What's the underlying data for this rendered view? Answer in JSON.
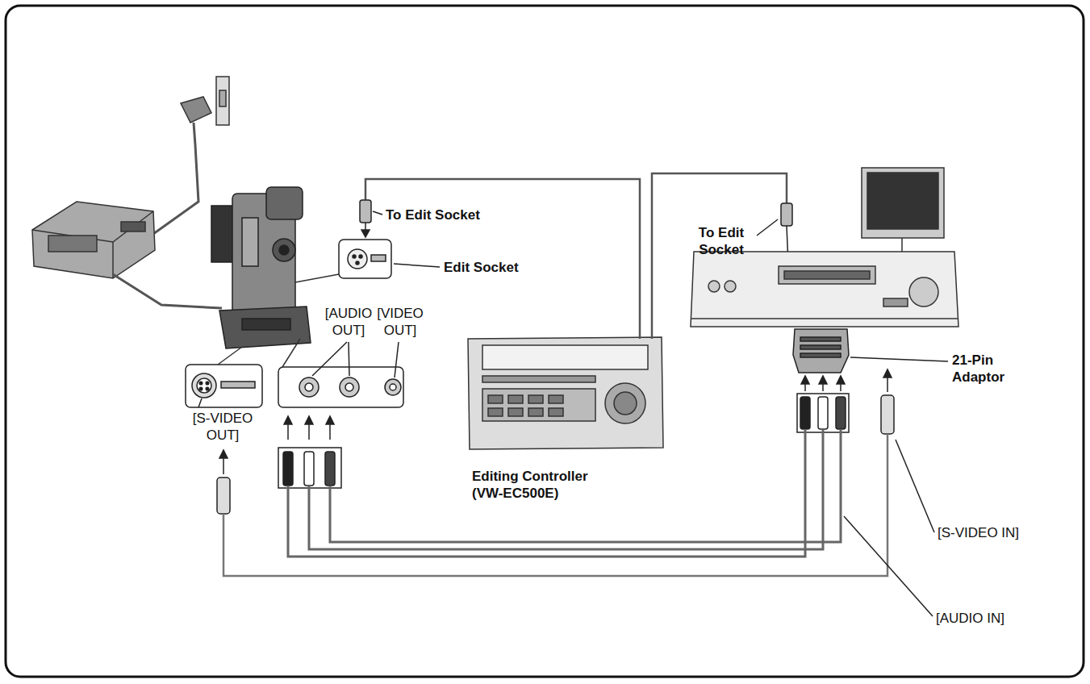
{
  "diagram": {
    "labels": [
      "To Edit Socket",
      "Edit Socket",
      "To Edit Socket",
      "[AUDIO OUT]",
      "[VIDEO OUT]",
      "21-Pin Adaptor",
      "[S-VIDEO OUT]",
      "Editing Controller (VW-EC500E)",
      "[S-VIDEO IN]",
      "[AUDIO IN]"
    ]
  }
}
